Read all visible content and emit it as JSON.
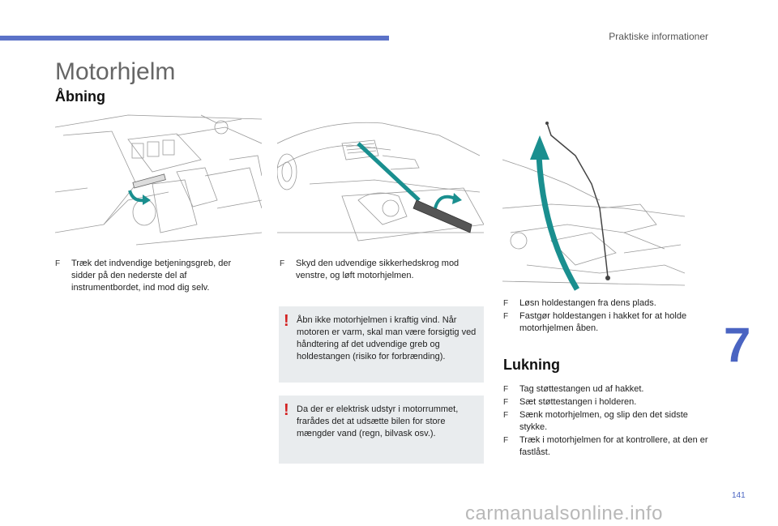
{
  "header": {
    "section": "Praktiske informationer"
  },
  "title": "Motorhjelm",
  "opening": {
    "heading": "Åbning",
    "step1": "Træk det indvendige betjeningsgreb, der sidder på den nederste del af instrumentbordet, ind mod dig selv.",
    "step2": "Skyd den udvendige sikkerhedskrog mod venstre, og løft motorhjelmen.",
    "step3": "Løsn holdestangen fra dens plads.",
    "step4": "Fastgør holdestangen i hakket for at holde motorhjelmen åben."
  },
  "warnings": {
    "w1": "Åbn ikke motorhjelmen i kraftig vind. Når motoren er varm, skal man være forsigtig ved håndtering af det udvendige greb og holdestangen (risiko for forbrænding).",
    "w2": "Da der er elektrisk udstyr i motorrummet, frarådes det at udsætte bilen for store mængder vand (regn, bilvask osv.)."
  },
  "closing": {
    "heading": "Lukning",
    "steps": [
      "Tag støttestangen ud af hakket.",
      "Sæt støttestangen i holderen.",
      "Sænk motorhjelmen, og slip den det sidste stykke.",
      "Træk i motorhjelmen for at kontrollere, at den er fastlåst."
    ]
  },
  "bullet_marker": "F",
  "chapter": "7",
  "page_number": "141",
  "watermark": "carmanualsonline.info",
  "colors": {
    "accent_blue": "#4a64c2",
    "arrow_teal": "#1a8f8f",
    "warning_red": "#d32020",
    "warning_bg": "#e9ecee"
  },
  "icons": [
    "exclamation-icon",
    "curved-arrow-icon"
  ]
}
